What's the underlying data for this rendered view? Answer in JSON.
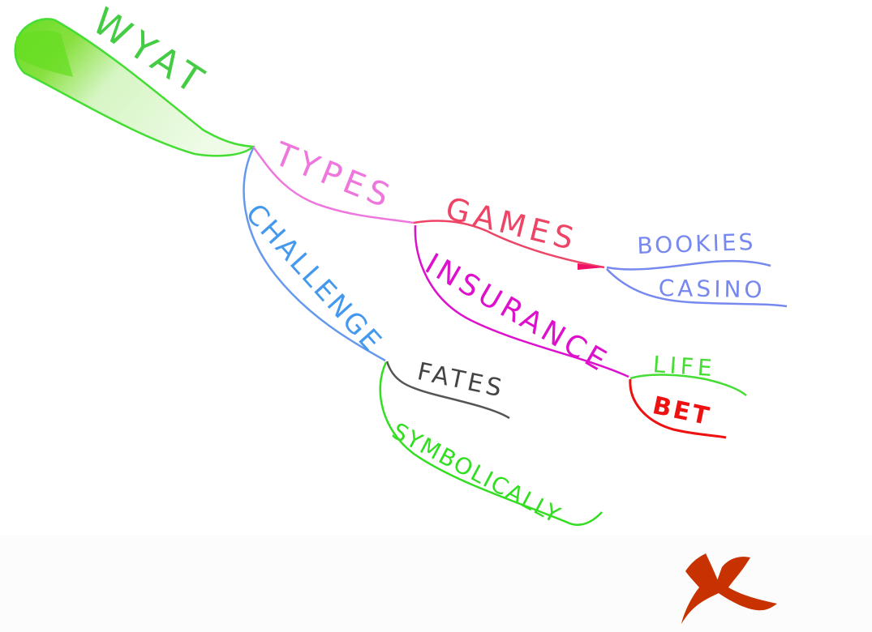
{
  "diagram": {
    "type": "mind-map",
    "style": "hand-drawn coloured pencil",
    "root": {
      "label": "WYAT",
      "color": "#44dd33"
    },
    "branches": [
      {
        "id": "types",
        "label": "TYPES",
        "color": "#ee77dd",
        "children": [
          {
            "id": "games",
            "label": "GAMES",
            "color": "#ee4466",
            "children": [
              {
                "id": "bookies",
                "label": "BOOKIES",
                "color": "#7788ee"
              },
              {
                "id": "casino",
                "label": "CASINO",
                "color": "#7788ee"
              }
            ]
          },
          {
            "id": "insurance",
            "label": "INSURANCE",
            "color": "#dd11cc",
            "children": [
              {
                "id": "life",
                "label": "LIFE",
                "color": "#44dd33"
              },
              {
                "id": "bet",
                "label": "BET",
                "color": "#ee1111"
              }
            ]
          }
        ]
      },
      {
        "id": "challenge",
        "label": "CHALLENGE",
        "color": "#4499ee",
        "children": [
          {
            "id": "fates",
            "label": "FATES",
            "color": "#555555"
          },
          {
            "id": "symbolically",
            "label": "SYMBOLICALLY",
            "color": "#33dd22"
          }
        ]
      }
    ],
    "marks": {
      "cross": {
        "symbol": "X",
        "color": "#c83200"
      }
    }
  }
}
